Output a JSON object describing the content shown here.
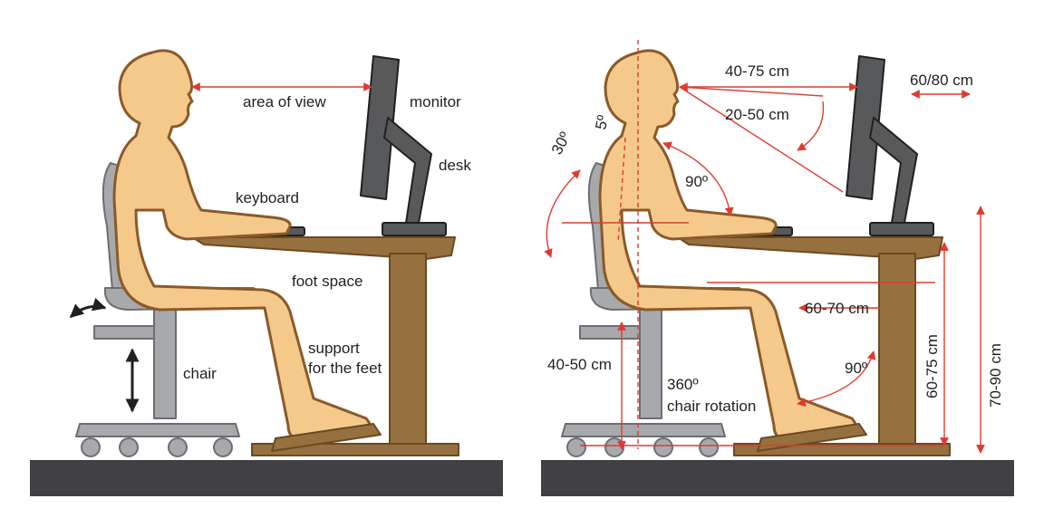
{
  "left_panel": {
    "labels": {
      "area_of_view": "area of view",
      "monitor": "monitor",
      "desk": "desk",
      "keyboard": "keyboard",
      "foot_space": "foot space",
      "support_line1": "support",
      "support_line2": "for the feet",
      "chair": "chair"
    }
  },
  "right_panel": {
    "labels": {
      "eye_to_monitor": "40-75 cm",
      "monitor_depth": "60/80 cm",
      "view_angle_range": "20-50 cm",
      "head_tilt_30": "30º",
      "head_tilt_5": "5º",
      "elbow_angle": "90º",
      "knee_clearance": "60-70 cm",
      "seat_height": "40-50 cm",
      "rotation_line1": "360º",
      "rotation_line2": "chair rotation",
      "knee_angle": "90º",
      "desk_height": "60-75 cm",
      "total_height": "70-90 cm"
    }
  },
  "colors": {
    "skin": "#f5c98a",
    "wood": "#96703f",
    "chair": "#a7a9ac",
    "monitor": "#58595b",
    "floor": "#414042",
    "measure": "#e03a2f"
  }
}
